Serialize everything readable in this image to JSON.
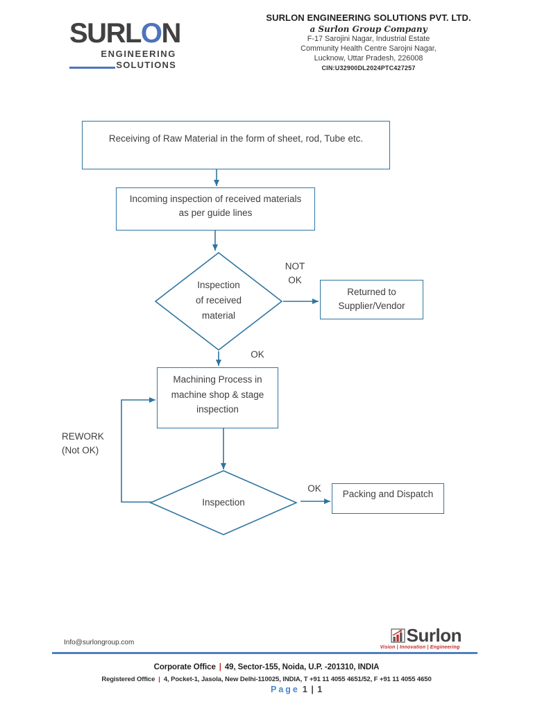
{
  "colors": {
    "flow_stroke": "#2e74a0",
    "flow_text": "#3d3d3d",
    "logo_dark": "#414042",
    "logo_blue": "#4e74b9",
    "footer_line": "#4f7fc2",
    "page_blue": "#4a86c8",
    "accent_red": "#bf2b28"
  },
  "header": {
    "logo": {
      "pre": "SURL",
      "o": "O",
      "post": "N",
      "line1": "ENGINEERING",
      "line2": "SOLUTIONS"
    },
    "company": {
      "name": "SURLON ENGINEERING SOLUTIONS PVT. LTD.",
      "tagline": "a Surlon Group Company",
      "address1": "F-17 Sarojini Nagar, Industrial Estate",
      "address2": "Community Health Centre Sarojni Nagar,",
      "address3": "Lucknow, Uttar Pradesh, 226008",
      "cin": "CIN:U32900DL2024PTC427257"
    }
  },
  "flowchart": {
    "nodes": {
      "receiving": "Receiving of Raw Material in the form of sheet, rod, Tube etc.",
      "incoming_line1": "Incoming inspection of received materials",
      "incoming_line2": "as per guide lines",
      "inspection1_line1": "Inspection",
      "inspection1_line2": "of received",
      "inspection1_line3": "material",
      "returned_line1": "Returned to",
      "returned_line2": "Supplier/Vendor",
      "machining_line1": "Machining Process in",
      "machining_line2": "machine shop & stage",
      "machining_line3": "inspection",
      "inspection2": "Inspection",
      "packing": "Packing and Dispatch"
    },
    "labels": {
      "not_ok_line1": "NOT",
      "not_ok_line2": "OK",
      "ok1": "OK",
      "ok2": "OK",
      "rework_line1": "REWORK",
      "rework_line2": "(Not OK)"
    }
  },
  "footer": {
    "email": "Info@surlongroup.com",
    "logo_text": "Surlon",
    "logo_tagline": "Vision | Innovation | Engineering",
    "corporate_label": "Corporate Office",
    "corporate_sep": "|",
    "corporate_value": "49, Sector-155, Noida, U.P. -201310, INDIA",
    "registered_label": "Registered Office",
    "registered_sep": "|",
    "registered_value": "4, Pocket-1, Jasola, New Delhi-110025, INDIA, T +91 11 4055 4651/52, F +91 11 4055 4650",
    "page_label": "Page",
    "page_value": "1 | 1"
  }
}
